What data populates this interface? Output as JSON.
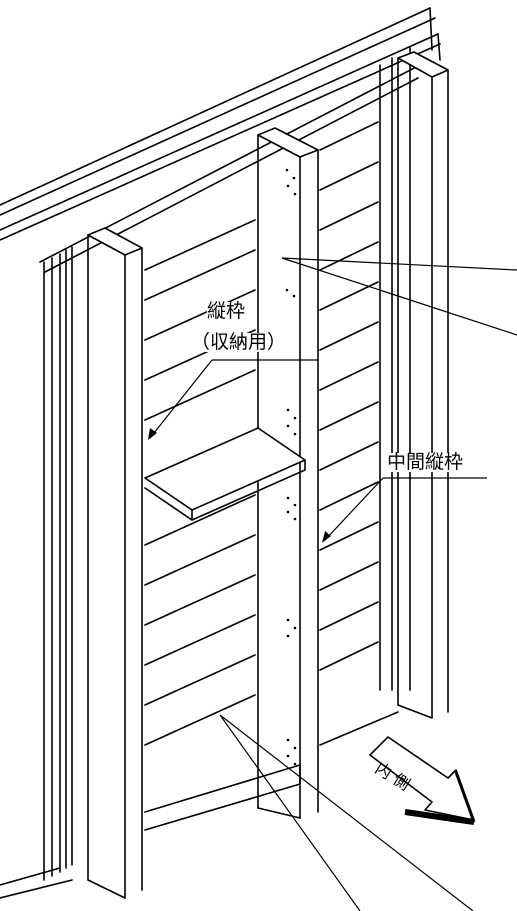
{
  "labels": {
    "vertical_frame_line1": "縦枠",
    "vertical_frame_line2": "（収納用）",
    "middle_vertical_frame": "中間縦枠",
    "inside_arrow": "内 側"
  },
  "icons": {
    "direction_arrow": "arrow-down-right-icon"
  }
}
